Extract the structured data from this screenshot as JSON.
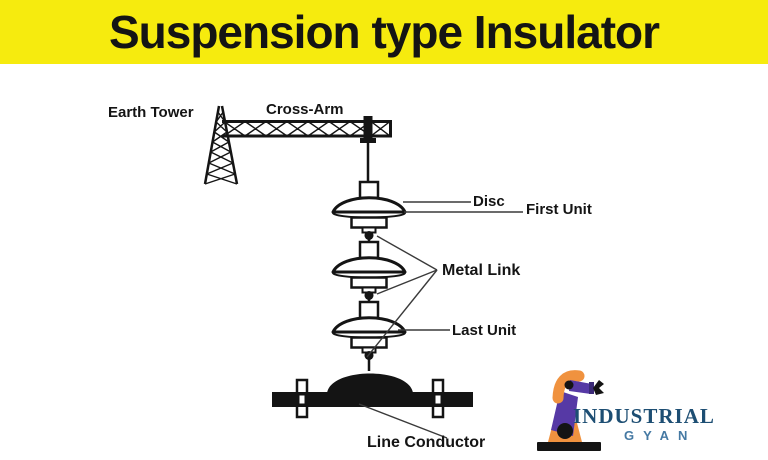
{
  "header": {
    "title": "Suspension type Insulator",
    "bg_color": "#F6EB0E",
    "text_color": "#141414"
  },
  "diagram": {
    "type": "labeled-technical-diagram",
    "subject": "suspension type insulator string hanging from a tower cross-arm onto a line conductor",
    "line_color": "#141414",
    "leader_line_color": "#3a3a3a",
    "labels": {
      "earth_tower": "Earth Tower",
      "cross_arm": "Cross-Arm",
      "disc": "Disc",
      "first_unit": "First Unit",
      "metal_link": "Metal Link",
      "last_unit": "Last Unit",
      "line_conductor": "Line Conductor"
    },
    "parts": [
      "earth-tower",
      "cross-arm-truss",
      "insulator-unit-1",
      "insulator-unit-2",
      "insulator-unit-3",
      "metal-link-balls",
      "line-conductor-clamp"
    ]
  },
  "logo": {
    "name": "INDUSTRIAL",
    "subname": "GYAN",
    "name_color": "#1D4E73",
    "subname_color": "#4579A3",
    "icon": "robot-arm-icon",
    "icon_colors": {
      "orange": "#F0923F",
      "purple": "#5639A5",
      "black": "#141414"
    }
  }
}
